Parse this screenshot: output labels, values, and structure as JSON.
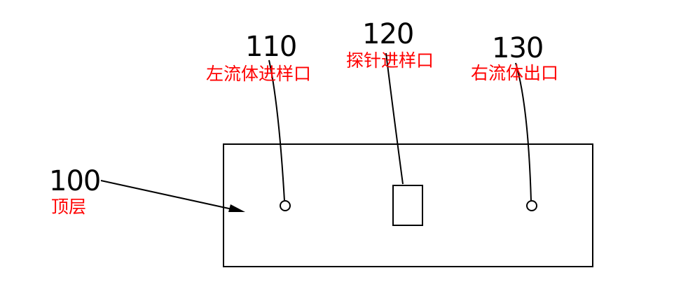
{
  "colors": {
    "stroke": "#000000",
    "label": "#ff0000",
    "background": "#ffffff"
  },
  "callouts": {
    "c100": {
      "number": "100",
      "label": "顶层"
    },
    "c110": {
      "number": "110",
      "label": "左流体进样口"
    },
    "c120": {
      "number": "120",
      "label": "探针进样口"
    },
    "c130": {
      "number": "130",
      "label": "右流体出口"
    }
  }
}
